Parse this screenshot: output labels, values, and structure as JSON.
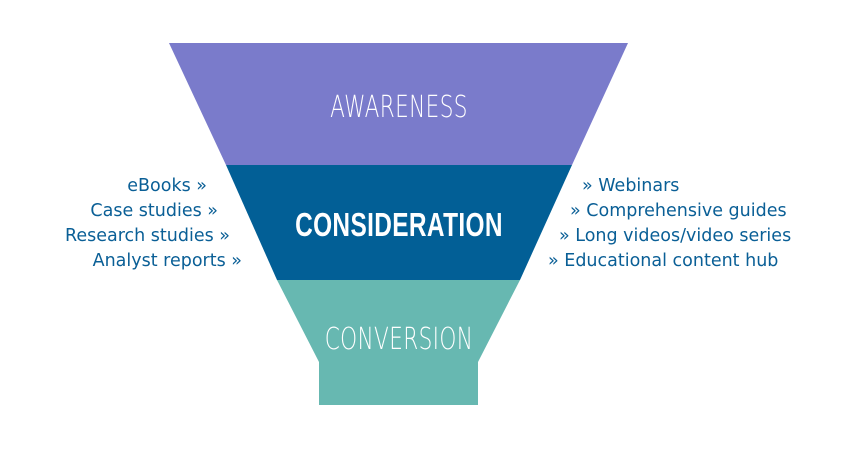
{
  "colors": {
    "awareness": "#7a7bcb",
    "consideration": "#025f96",
    "conversion": "#67b8b1",
    "list_text": "#0a5f96",
    "stage_text": "#ffffff"
  },
  "stages": [
    {
      "id": "awareness",
      "label": "AWARENESS"
    },
    {
      "id": "consideration",
      "label": "CONSIDERATION"
    },
    {
      "id": "conversion",
      "label": "CONVERSION"
    }
  ],
  "left_list": [
    "eBooks »",
    "Case studies »",
    "Research studies »",
    "Analyst reports  »"
  ],
  "right_list": [
    "» Webinars",
    "» Comprehensive guides",
    "» Long videos/video series",
    "» Educational content hub"
  ]
}
